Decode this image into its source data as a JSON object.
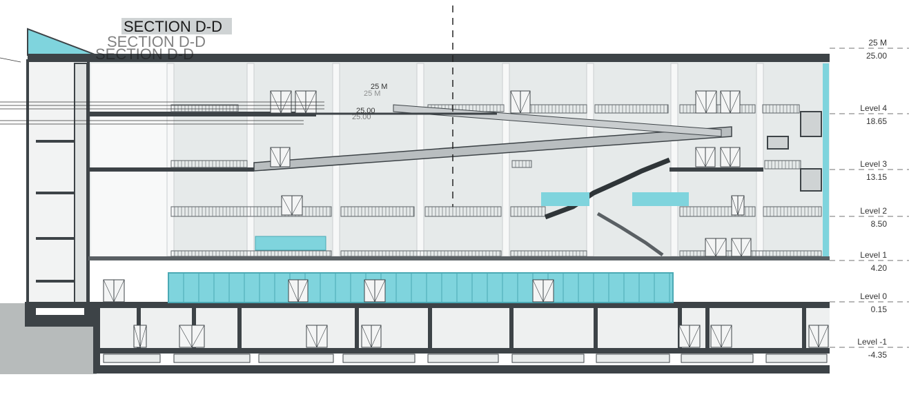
{
  "drawing": {
    "title": "SECTION D-D",
    "ghost_title_1": "SECTION D-D",
    "ghost_title_2": "SECTION D-D",
    "inner_top_label": "25 M",
    "inner_top_label_ghost": "25 M",
    "inner_elev_label": "25.00",
    "inner_elev_label_ghost": "25.00"
  },
  "levels": [
    {
      "name": "25 M",
      "elevation": "25.00"
    },
    {
      "name": "Level 4",
      "elevation": "18.65"
    },
    {
      "name": "Level 3",
      "elevation": "13.15"
    },
    {
      "name": "Level 2",
      "elevation": "8.50"
    },
    {
      "name": "Level 1",
      "elevation": "4.20"
    },
    {
      "name": "Level 0",
      "elevation": "0.15"
    },
    {
      "name": "Level -1",
      "elevation": "-4.35"
    }
  ],
  "colors": {
    "glass": "#7fd4dd",
    "glass_dark": "#4aa9b4",
    "slab": "#3d4347",
    "wall": "#5a6064",
    "interior": "#e9ecec",
    "ground": "#b9bdbd",
    "column": "#f6f7f7"
  }
}
